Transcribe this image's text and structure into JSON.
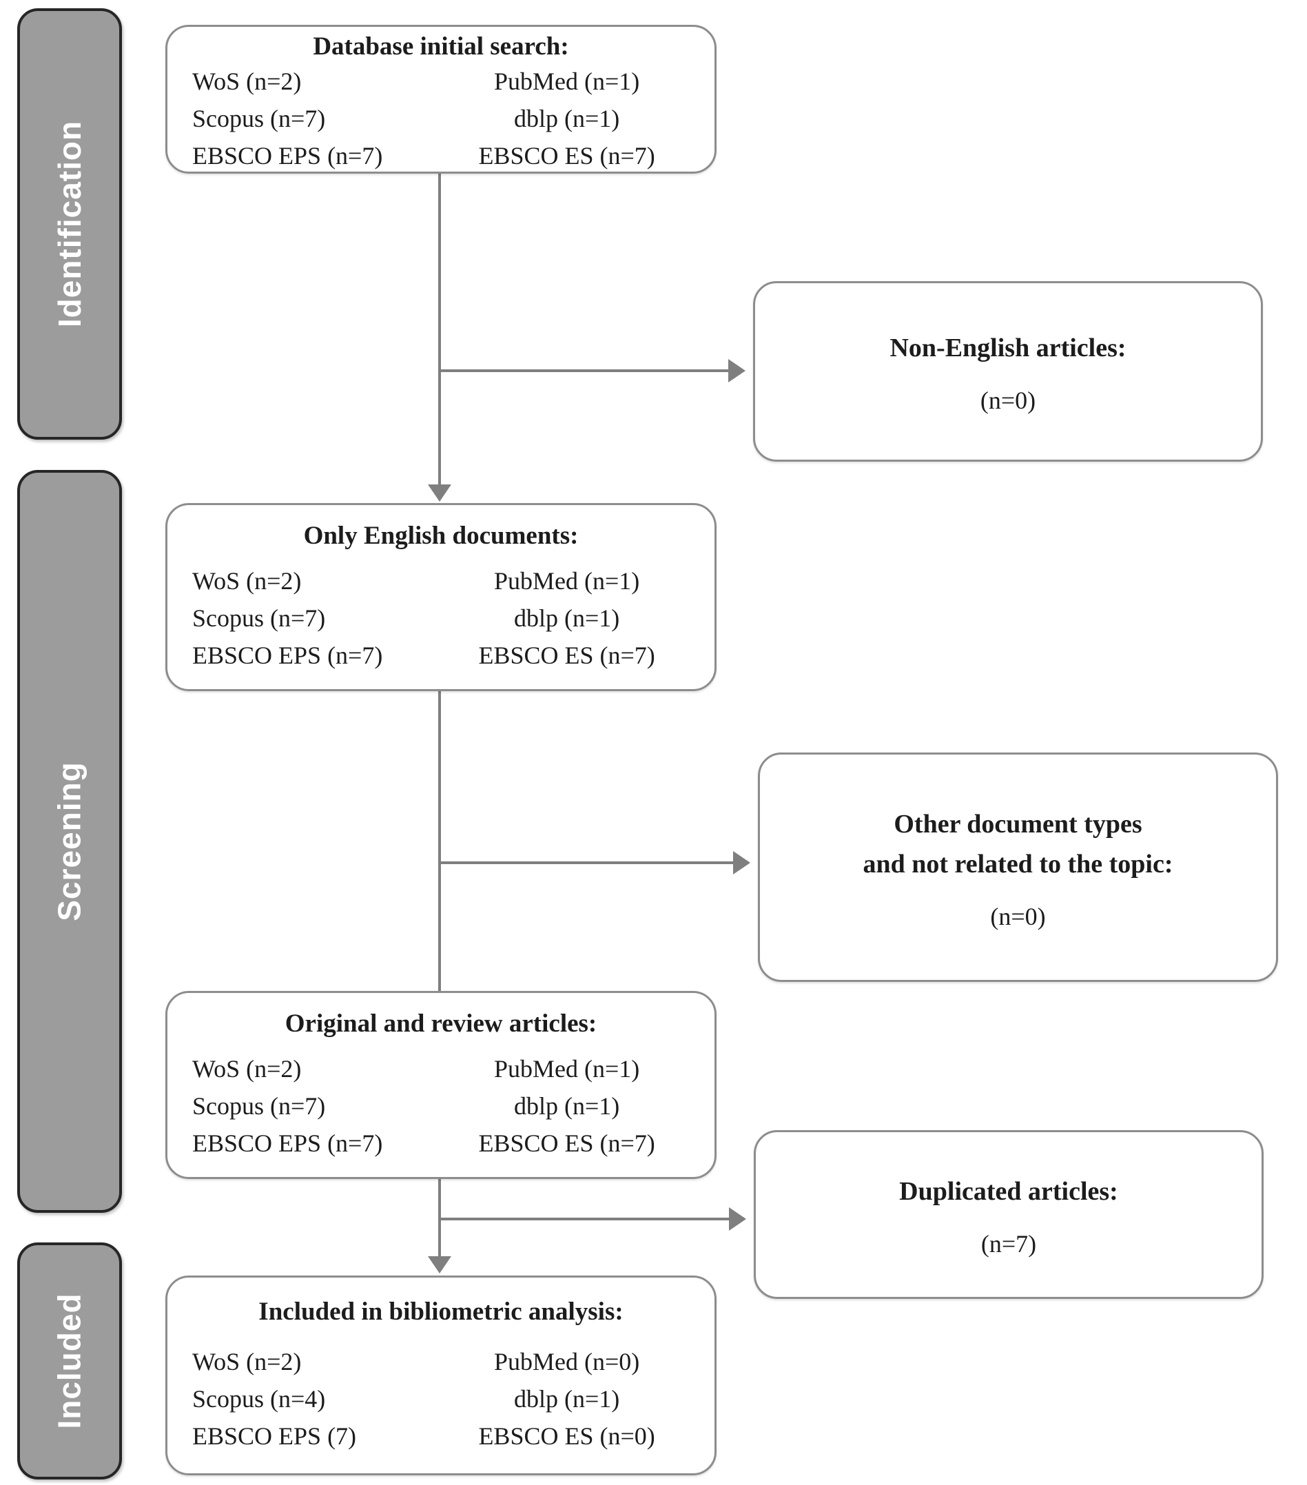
{
  "diagram": {
    "stages": [
      {
        "label": "Identification"
      },
      {
        "label": "Screening"
      },
      {
        "label": "Included"
      }
    ],
    "flow_boxes": [
      {
        "title": "Database initial search:",
        "left": [
          "WoS (n=2)",
          "Scopus (n=7)",
          "EBSCO EPS (n=7)"
        ],
        "right": [
          "PubMed (n=1)",
          "dblp (n=1)",
          "EBSCO ES (n=7)"
        ]
      },
      {
        "title": "Only English documents:",
        "left": [
          "WoS (n=2)",
          "Scopus (n=7)",
          "EBSCO EPS (n=7)"
        ],
        "right": [
          "PubMed (n=1)",
          "dblp (n=1)",
          "EBSCO ES (n=7)"
        ]
      },
      {
        "title": "Original and review articles:",
        "left": [
          "WoS (n=2)",
          "Scopus (n=7)",
          "EBSCO EPS (n=7)"
        ],
        "right": [
          "PubMed (n=1)",
          "dblp (n=1)",
          "EBSCO ES (n=7)"
        ]
      },
      {
        "title": "Included in bibliometric analysis:",
        "left": [
          "WoS (n=2)",
          "Scopus (n=4)",
          "EBSCO EPS (7)"
        ],
        "right": [
          "PubMed (n=0)",
          "dblp (n=1)",
          "EBSCO ES (n=0)"
        ]
      }
    ],
    "exclusion_boxes": [
      {
        "title_lines": [
          "Non-English articles:"
        ],
        "count": "(n=0)"
      },
      {
        "title_lines": [
          "Other document types",
          "and not related to the topic:"
        ],
        "count": "(n=0)"
      },
      {
        "title_lines": [
          "Duplicated articles:"
        ],
        "count": "(n=7)"
      }
    ],
    "colors": {
      "stage_fill": "#9c9c9c",
      "stage_border": "#262626",
      "stage_text": "#ffffff",
      "box_border": "#8d8d8d",
      "arrow": "#7f7f7f",
      "text": "#1c1c1c"
    }
  }
}
